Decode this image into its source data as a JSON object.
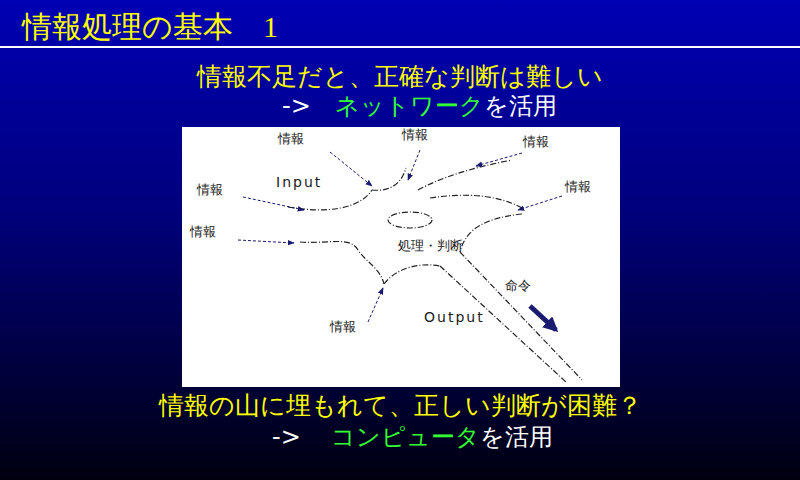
{
  "diagram": {
    "title": "情報処理の基本　1",
    "nodes": [
      {
        "text": [
          "処理・判断"
        ]
      }
    ],
    "labels": [
      "情報不足だと、正確な判断は難しい",
      "->",
      "ネットワーク",
      "を活用",
      "情報",
      "情報",
      "情報",
      "情報",
      "情報",
      "情報",
      "情報",
      "Input",
      "Output",
      "命令",
      "情報の山に埋もれて、正しい判断が困難？",
      "->",
      "コンピュータ",
      "を活用"
    ]
  }
}
